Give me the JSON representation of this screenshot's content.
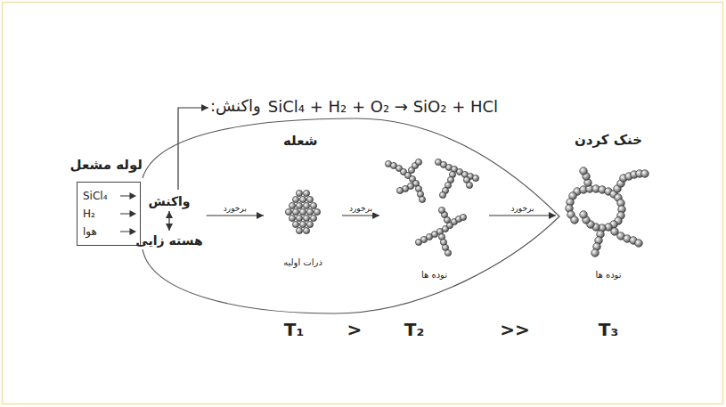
{
  "diagram": {
    "nodes": [
      {
        "text": [
          "لوله مشعل",
          "SiCl₄",
          "H₂",
          "هوا"
        ]
      },
      {
        "text": [
          "شعله"
        ]
      },
      {
        "text": [
          "واکنش"
        ],
        "in": 1
      },
      {
        "text": [
          "هسته زایی"
        ],
        "in": 1
      },
      {
        "text": [
          "ذرات اولیه"
        ],
        "in": 1
      },
      {
        "text": [
          "توده ها"
        ],
        "in": 1
      },
      {
        "text": [
          "خنک کردن",
          "توده ها"
        ]
      }
    ],
    "edges": [
      {
        "from": 2,
        "to": 3,
        "arrow": "both"
      },
      {
        "from": 3,
        "to": 4,
        "label": "برخورد",
        "arrow": "to"
      },
      {
        "from": 4,
        "to": 5,
        "label": "برخورد",
        "arrow": "to"
      },
      {
        "from": 5,
        "to": 6,
        "label": "برخورد",
        "arrow": "to"
      }
    ],
    "labels": [
      "واکنش:",
      "SiCl₄ + H₂ + O₂ → SiO₂ + HCl",
      "T₁",
      ">",
      "T₂",
      ">>",
      "T₃"
    ]
  }
}
